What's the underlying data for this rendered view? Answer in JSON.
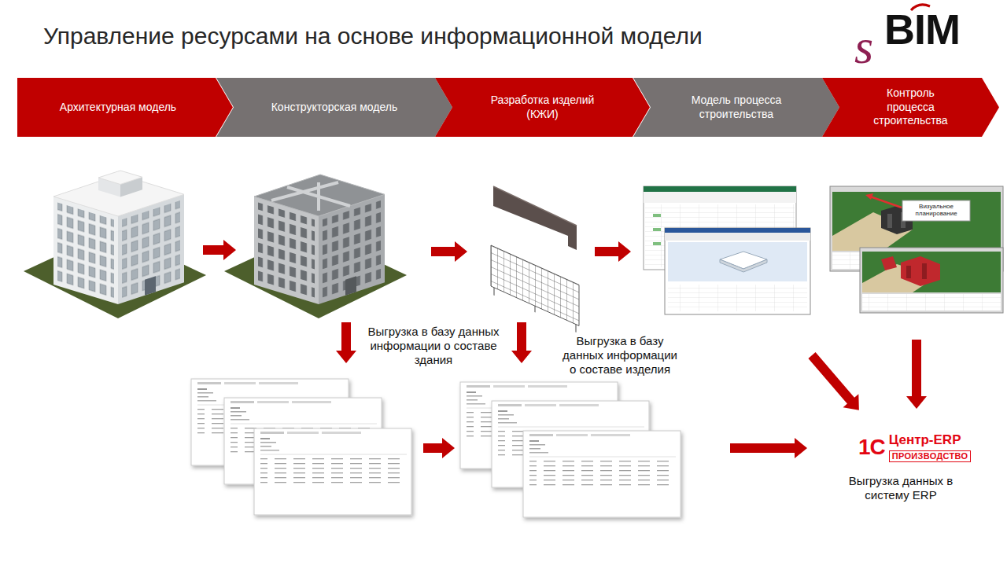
{
  "diagram": {
    "title": "Управление ресурсами на основе информационной модели",
    "nodes": [
      {
        "text": [
          "Архитектурная модель"
        ]
      },
      {
        "text": [
          "Конструкторская модель"
        ]
      },
      {
        "text": [
          "Разработка изделий (КЖИ)"
        ]
      },
      {
        "text": [
          "Модель процесса строительства"
        ]
      },
      {
        "text": [
          "Контроль процесса строительства"
        ]
      },
      {
        "text": [
          "1С",
          "Центр-ERP",
          "ПРОИЗВОДСТВО"
        ]
      }
    ],
    "labels": [
      "s",
      "BIM",
      "Визуальное планирование",
      "Выгрузка в базу данных информации о составе здания",
      "Выгрузка в базу данных информации о составе изделия",
      "Выгрузка данных в систему ERP"
    ]
  }
}
